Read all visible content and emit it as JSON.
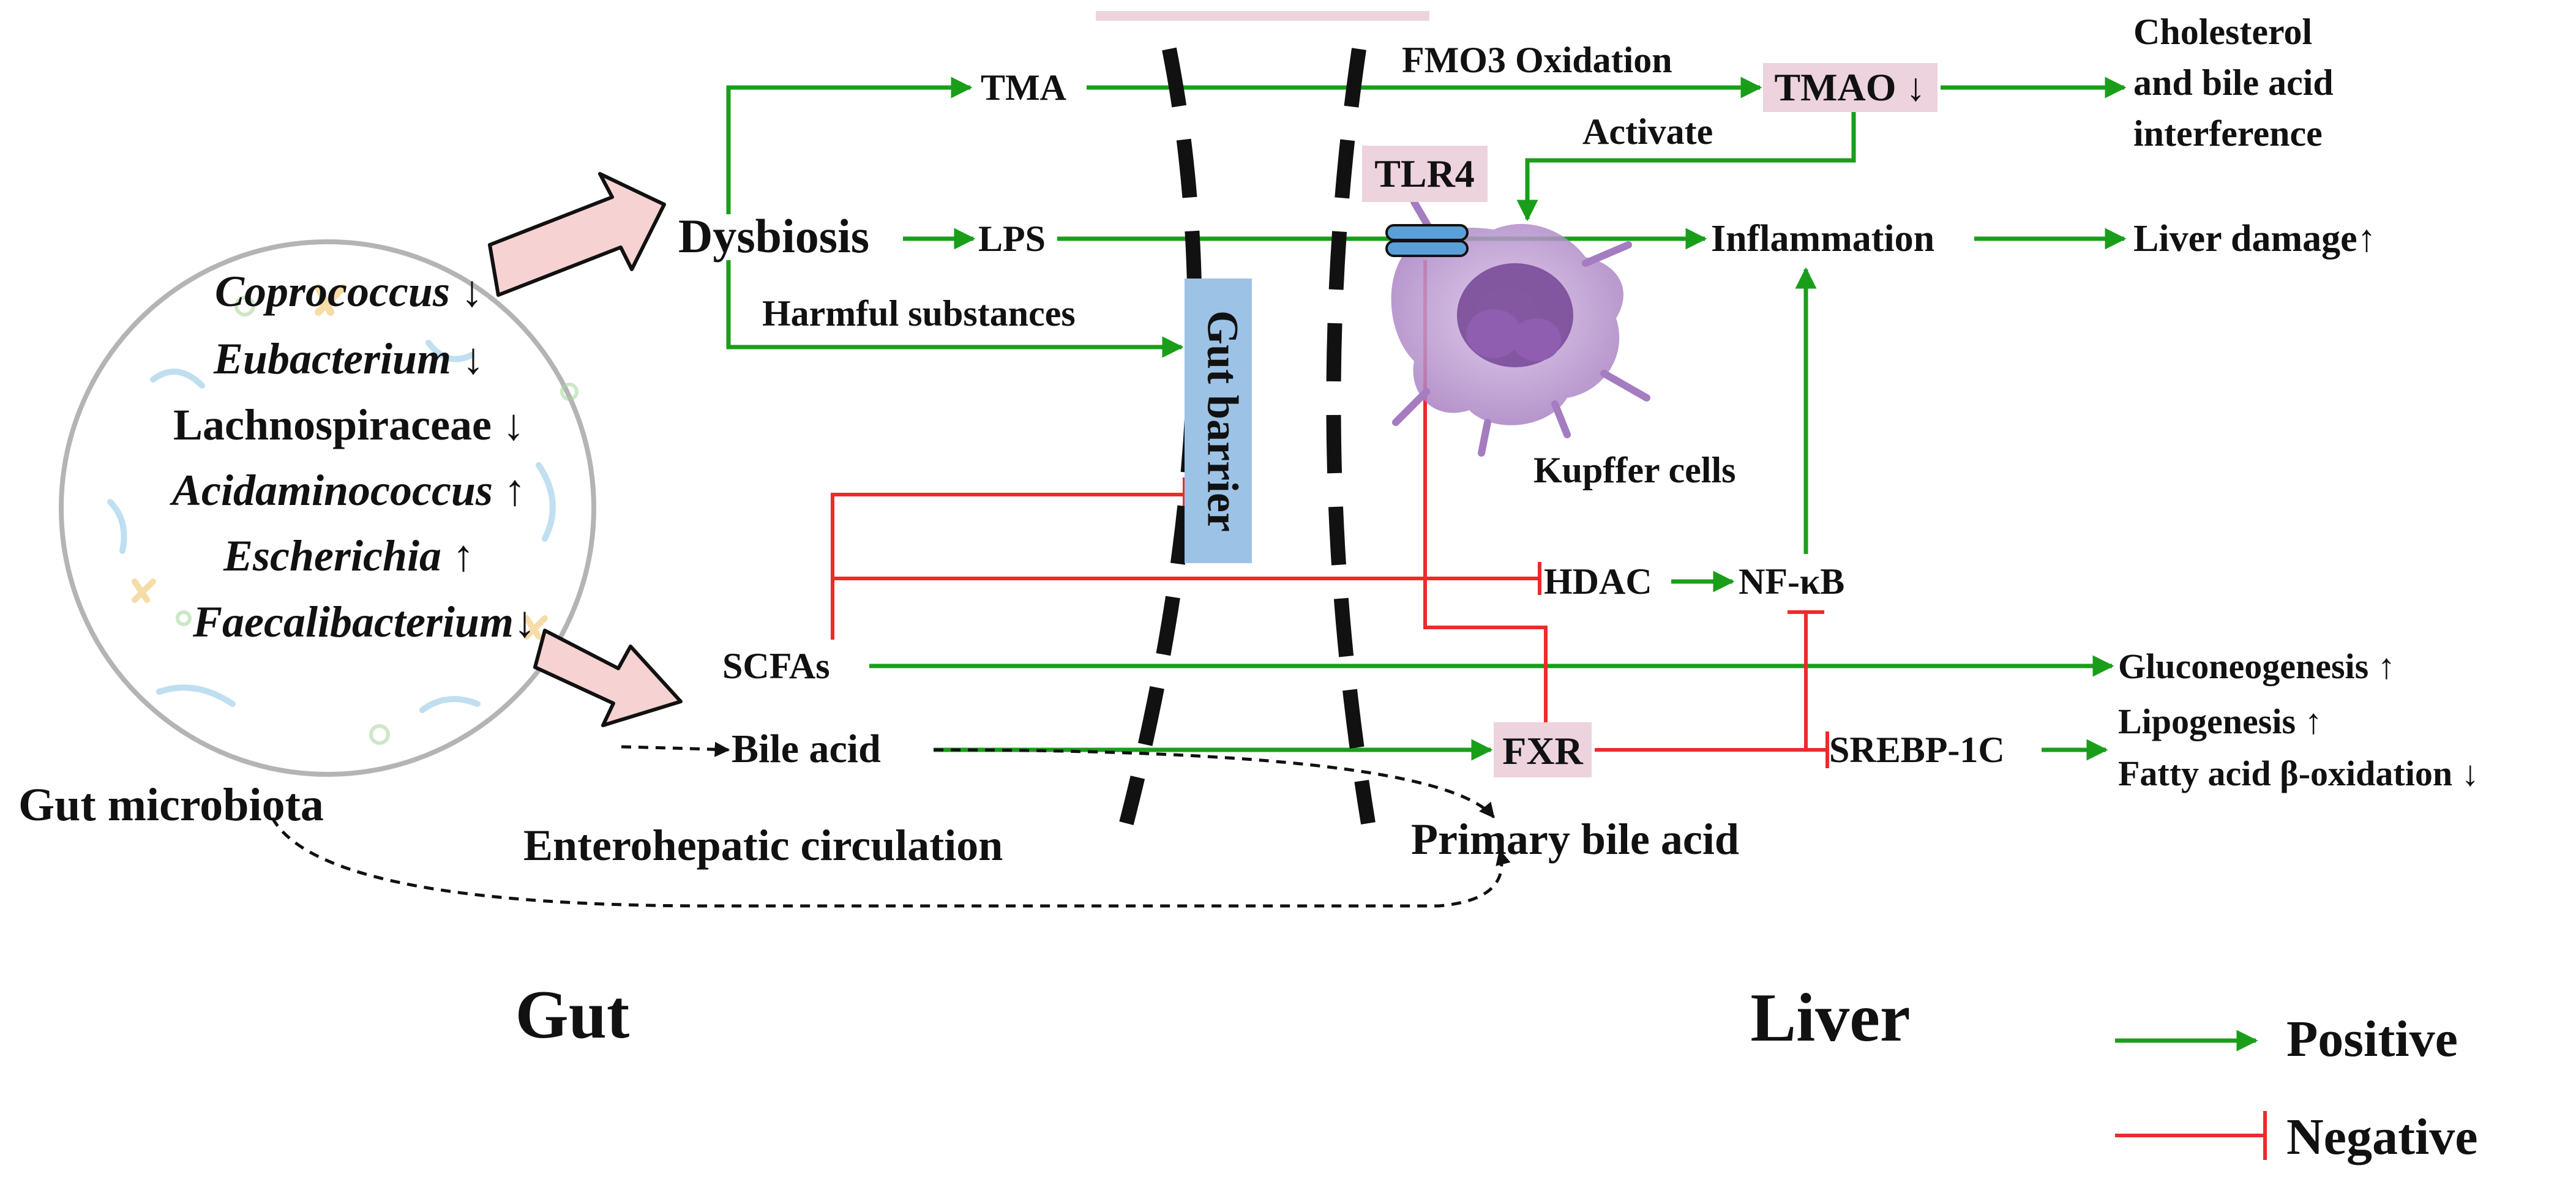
{
  "colors": {
    "positive": "#1a9e1a",
    "negative": "#ee2a2a",
    "barrier_fill": "#9cc3e6",
    "highlight_fill": "#ecd3de",
    "circle_stroke": "#b4b4b4",
    "arrow_fill": "#f7d2d2",
    "dashed": "#111111",
    "kupffer": "#a57cc0",
    "kupffer_nucleus": "#7a4b99"
  },
  "microbiota": {
    "taxa": [
      {
        "name": "Coprococcus",
        "italic": true,
        "trend": "↓",
        "label": "Coprococcus ↓"
      },
      {
        "name": "Eubacterium",
        "italic": true,
        "trend": "↓",
        "label": "Eubacterium ↓"
      },
      {
        "name": "Lachnospiraceae",
        "italic": false,
        "trend": "↓",
        "label": "Lachnospiraceae ↓"
      },
      {
        "name": "Acidaminococcus",
        "italic": true,
        "trend": "↑",
        "label": "Acidaminococcus ↑"
      },
      {
        "name": "Escherichia",
        "italic": true,
        "trend": "↑",
        "label": "Escherichia ↑"
      },
      {
        "name": "Faecalibacterium",
        "italic": true,
        "trend": "↓",
        "label": "Faecalibacterium↓"
      }
    ],
    "caption": "Gut microbiota"
  },
  "nodes": {
    "dysbiosis": "Dysbiosis",
    "tma": "TMA",
    "lps": "LPS",
    "harmful": "Harmful substances",
    "fmo3": "FMO3 Oxidation",
    "tmao": "TMAO ↓",
    "cholesterol": [
      "Cholesterol",
      "and bile acid",
      "interference"
    ],
    "activate": "Activate",
    "tlr4": "TLR4",
    "inflammation": "Inflammation",
    "liver_damage": "Liver damage↑",
    "kupffer": "Kupffer cells",
    "gut_barrier": "Gut barrier",
    "hdac": "HDAC",
    "nfkb": "NF-κB",
    "scfas": "SCFAs",
    "gluconeogenesis": "Gluconeogenesis ↑",
    "bile_acid": "Bile acid",
    "fxr": "FXR",
    "srebp": "SREBP-1C",
    "lipogenesis": "Lipogenesis ↑",
    "fatty_acid": "Fatty acid β-oxidation ↓",
    "enterohepatic": "Enterohepatic circulation",
    "primary_bile": "Primary bile acid"
  },
  "regions": {
    "gut": "Gut",
    "liver": "Liver"
  },
  "legend": {
    "positive": "Positive",
    "negative": "Negative"
  }
}
